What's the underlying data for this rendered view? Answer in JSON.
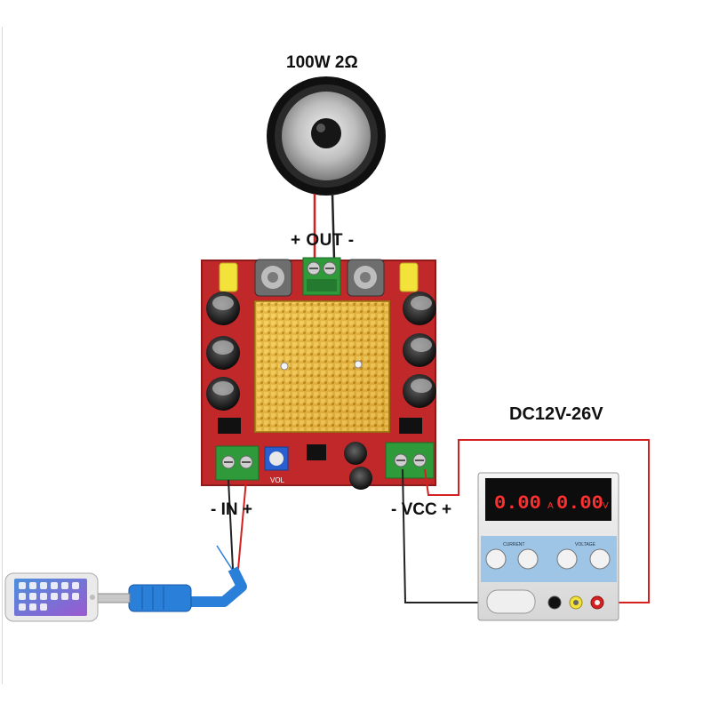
{
  "speaker": {
    "rating": "100W 2Ω"
  },
  "amplifier": {
    "output_label": "+ OUT -",
    "input_label": "- IN +",
    "power_label": "- VCC +",
    "vol_text": "VOL"
  },
  "power_supply": {
    "range_label": "DC12V-26V",
    "current_display": "0.00",
    "voltage_display": "0.00",
    "current_section": "CURRENT",
    "voltage_section": "VOLTAGE",
    "current_unit": "A",
    "voltage_unit": "V"
  },
  "colors": {
    "board": "#c0282a",
    "heatsink": "#e0b03a",
    "terminal": "#2e9a3a",
    "wire_positive": "#d42020",
    "wire_negative": "#222222",
    "psu_display_text": "#ff3030",
    "psu_panel": "#9ec4e6",
    "cable": "#2a7fd8"
  }
}
